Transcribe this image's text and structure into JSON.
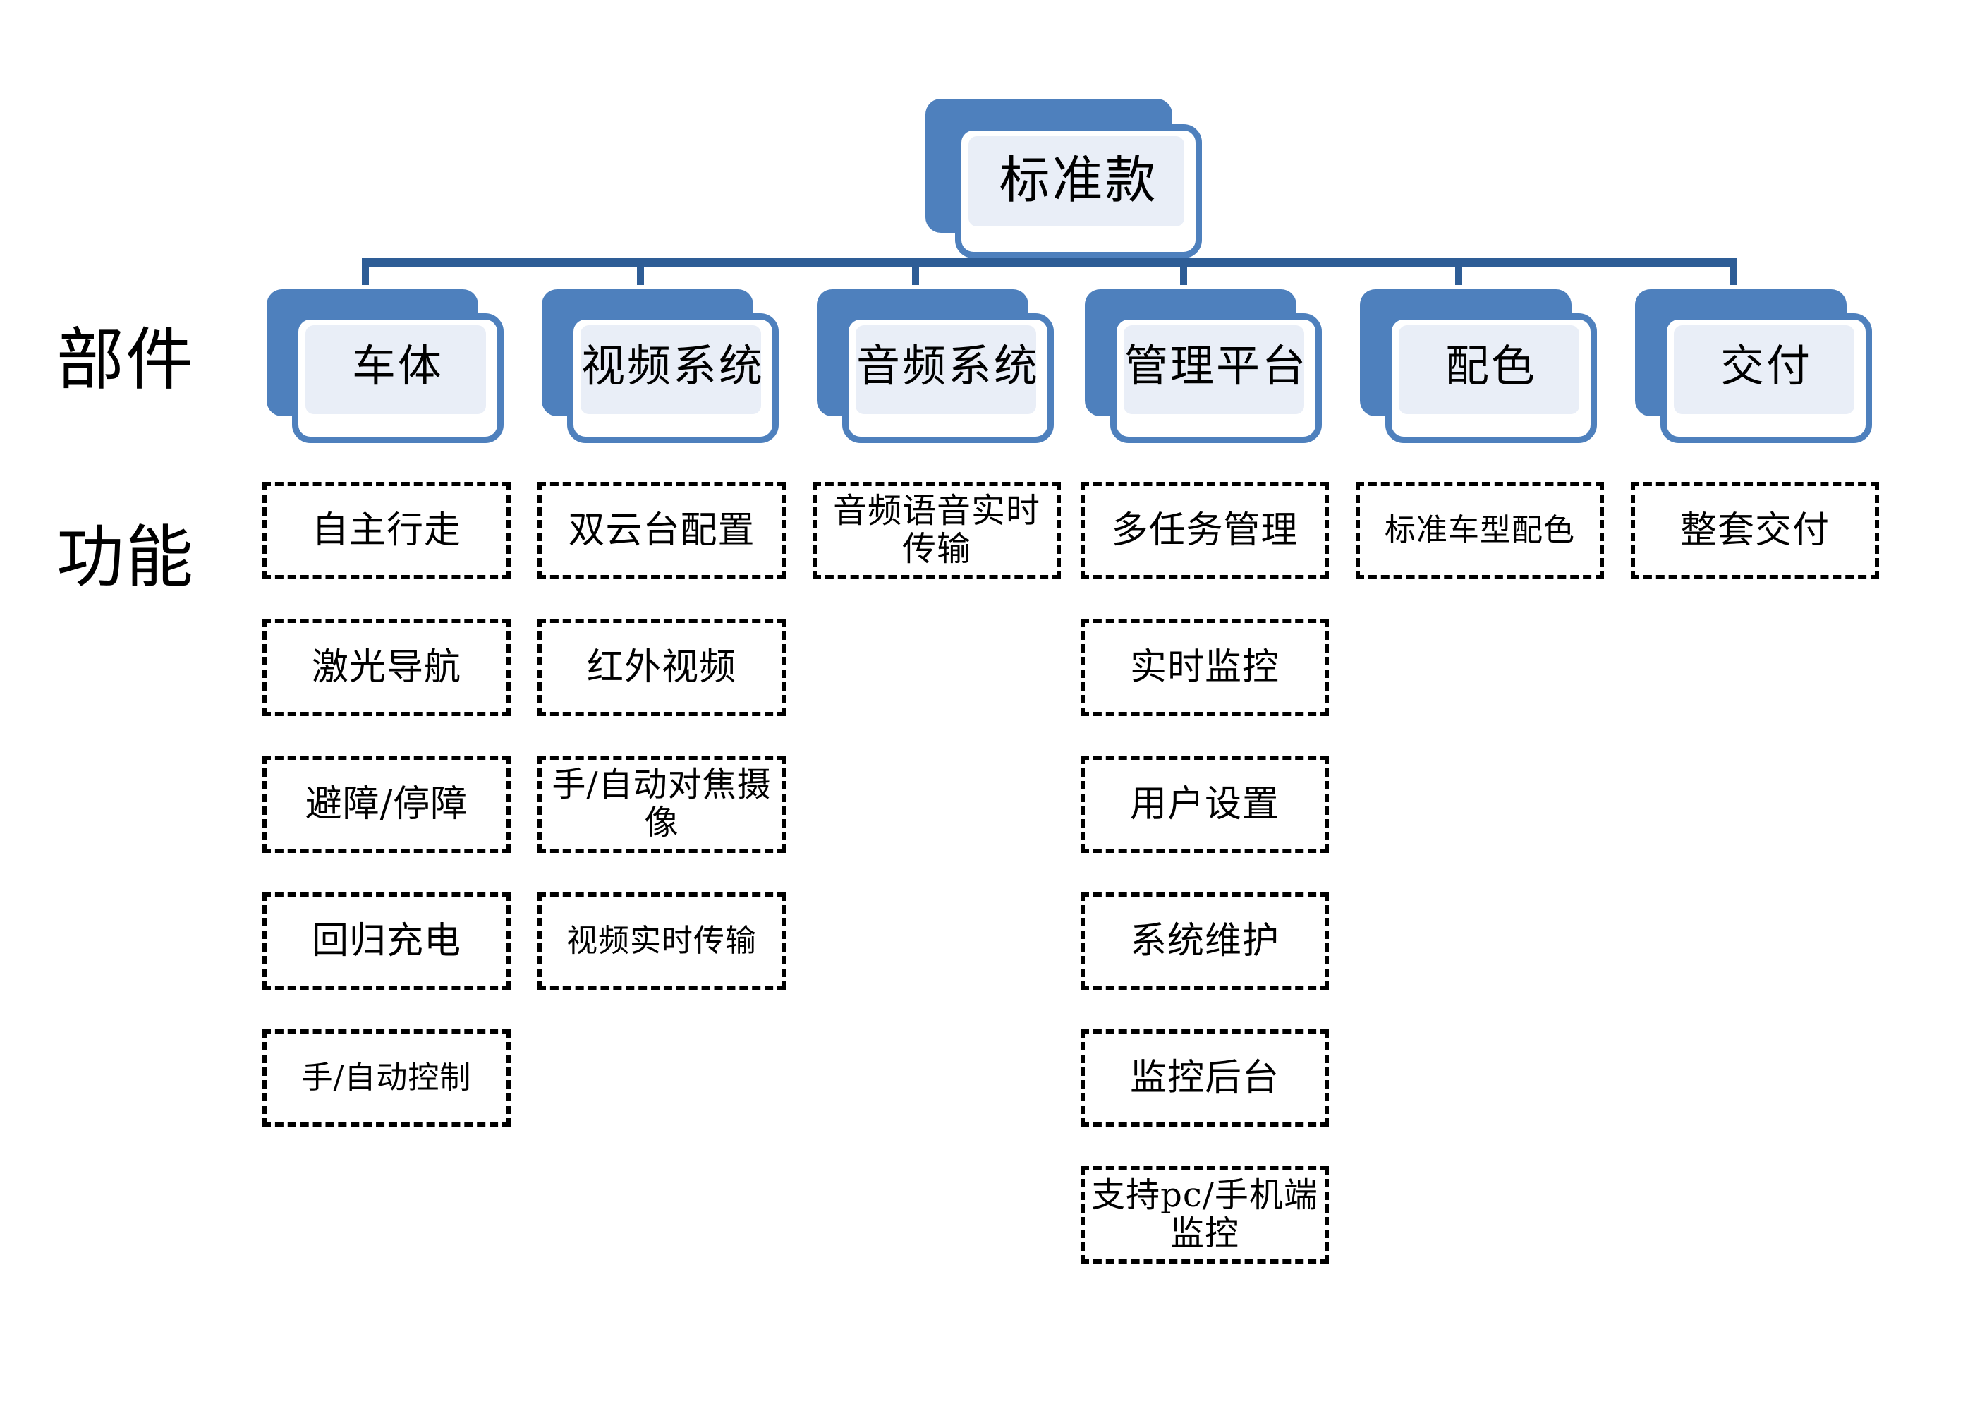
{
  "diagram": {
    "root": {
      "label": "标准款"
    },
    "row_labels": {
      "parts": "部件",
      "functions": "功能"
    },
    "accent_color": "#4e80bd",
    "inner_fill_color": "#e9eef7",
    "line_color": "#2e5d96",
    "components": [
      {
        "label": "车体"
      },
      {
        "label": "视频系统"
      },
      {
        "label": "音频系统"
      },
      {
        "label": "管理平台"
      },
      {
        "label": "配色"
      },
      {
        "label": "交付"
      }
    ],
    "functions": [
      {
        "component": "车体",
        "items": [
          "自主行走",
          "激光导航",
          "避障/停障",
          "回归充电",
          "手/自动控制"
        ]
      },
      {
        "component": "视频系统",
        "items": [
          "双云台配置",
          "红外视频",
          "手/自动对焦摄像",
          "视频实时传输"
        ]
      },
      {
        "component": "音频系统",
        "items": [
          "音频语音实时传输"
        ]
      },
      {
        "component": "管理平台",
        "items": [
          "多任务管理",
          "实时监控",
          "用户设置",
          "系统维护",
          "监控后台",
          "支持pc/手机端监控"
        ]
      },
      {
        "component": "配色",
        "items": [
          "标准车型配色"
        ]
      },
      {
        "component": "交付",
        "items": [
          "整套交付"
        ]
      }
    ]
  }
}
